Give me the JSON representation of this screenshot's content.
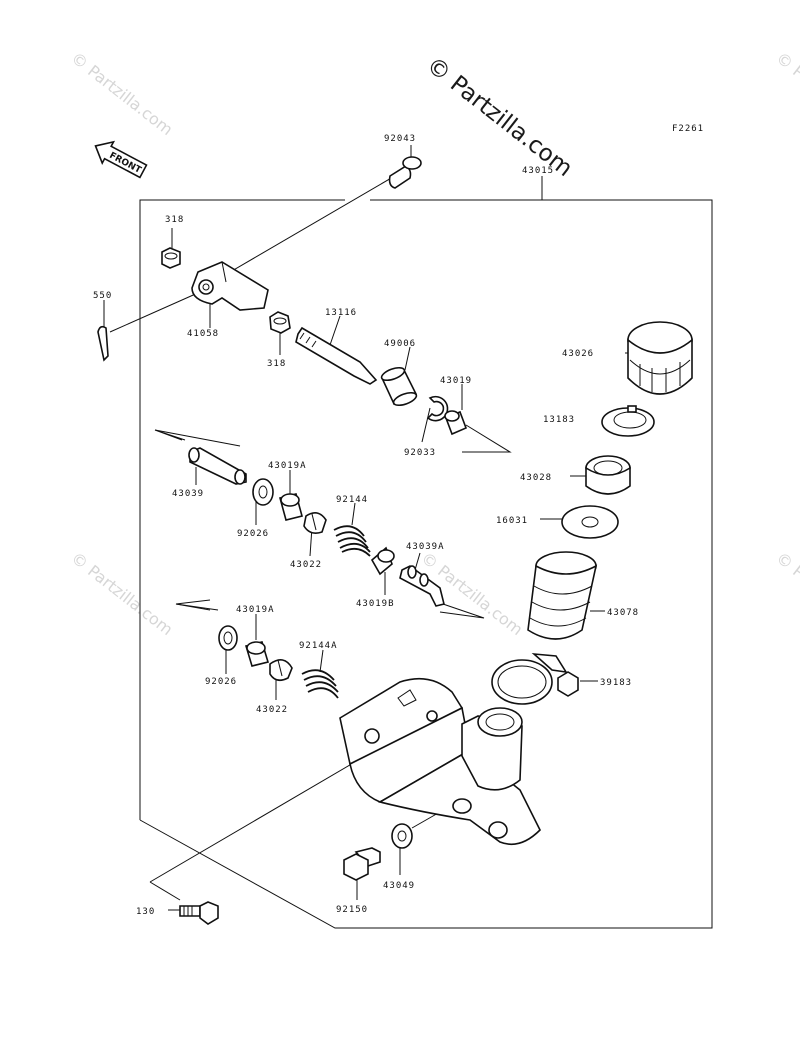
{
  "diagram": {
    "code": "F2261",
    "watermark_main": "© Partzilla.com",
    "watermark_faint": "© Partzilla.com",
    "front_label": "FRONT"
  },
  "labels": {
    "p92043": "92043",
    "p43015": "43015",
    "p318a": "318",
    "p318b": "318",
    "p550": "550",
    "p41058": "41058",
    "p13116": "13116",
    "p49006": "49006",
    "p43019": "43019",
    "p92033": "92033",
    "p43026": "43026",
    "p13183": "13183",
    "p43028": "43028",
    "p16031": "16031",
    "p43078": "43078",
    "p39183": "39183",
    "p43039": "43039",
    "p43019A_a": "43019A",
    "p92026_a": "92026",
    "p92144": "92144",
    "p43022_a": "43022",
    "p43039A": "43039A",
    "p43019B": "43019B",
    "p43019A_b": "43019A",
    "p92026_b": "92026",
    "p92144A": "92144A",
    "p43022_b": "43022",
    "p43049": "43049",
    "p92150": "92150",
    "p130": "130"
  }
}
